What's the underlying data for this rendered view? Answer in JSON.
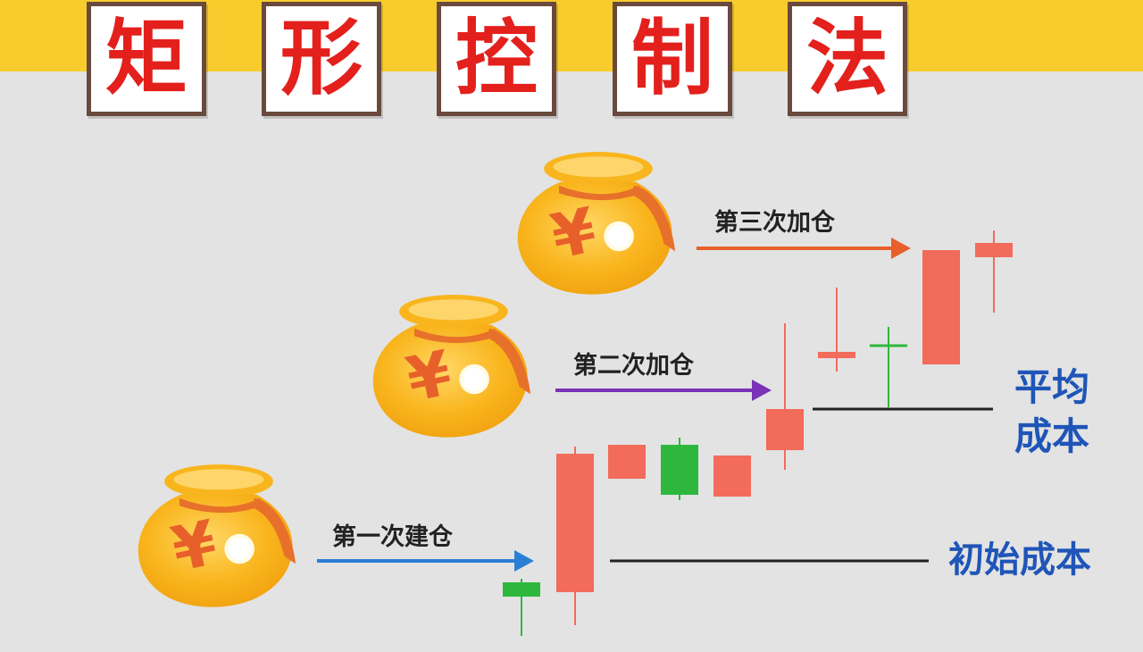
{
  "title": {
    "chars": [
      "矩",
      "形",
      "控",
      "制",
      "法"
    ]
  },
  "labels": {
    "first_entry": "第一次建仓",
    "second_add": "第二次加仓",
    "third_add": "第三次加仓",
    "average_cost_line1": "平均",
    "average_cost_line2": "成本",
    "initial_cost": "初始成本"
  },
  "money_bag": {
    "symbol": "¥"
  },
  "colors": {
    "title_text": "#e3201c",
    "top_bar": "#f8cc2c",
    "bag_gold": "#f9b51d",
    "candle_red": "#f26b5b",
    "candle_green": "#2db83d",
    "arrow_blue": "#2a7fd4",
    "arrow_purple": "#7a32b8",
    "arrow_orange": "#e7602a",
    "cost_text": "#1f55b8"
  }
}
